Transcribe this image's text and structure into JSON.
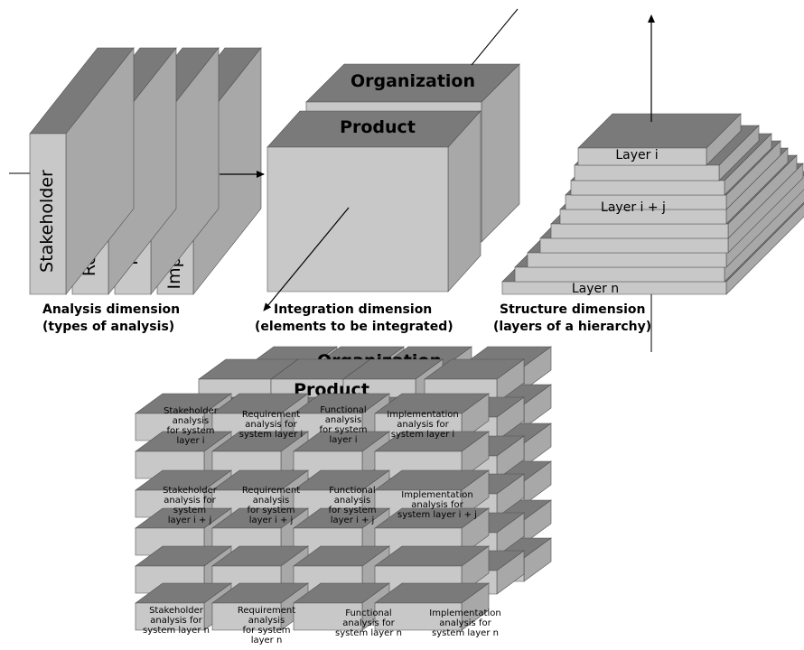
{
  "analysis": {
    "slab_labels": [
      "Stakeholder",
      "Requirement",
      "Functional",
      "Implementation"
    ],
    "caption_line1": "Analysis dimension",
    "caption_line2": "(types of analysis)"
  },
  "integration": {
    "back_label": "Organization",
    "front_label": "Product",
    "caption_line1": "Integration dimension",
    "caption_line2": "(elements to be integrated)"
  },
  "structure": {
    "layer_labels": [
      "Layer i",
      "Layer i + j",
      "Layer n"
    ],
    "caption_line1": "Structure dimension",
    "caption_line2": "(layers of a hierarchy)"
  },
  "combined": {
    "back_label": "Organization",
    "front_label": "Product",
    "cells": [
      [
        "Stakeholder",
        "analysis",
        "for system",
        "layer i"
      ],
      [
        "Requirement",
        "analysis for",
        "system layer i"
      ],
      [
        "Functional",
        "analysis",
        "for system",
        "layer i"
      ],
      [
        "Implementation",
        "analysis for",
        "system layer i"
      ],
      [
        "Stakeholder",
        "analysis for",
        "system",
        "layer i + j"
      ],
      [
        "Requirement",
        "analysis",
        "for system",
        "layer i + j"
      ],
      [
        "Functional",
        "analysis",
        "for system",
        "layer i + j"
      ],
      [
        "Implementation",
        "analysis for",
        "system layer i + j"
      ],
      [
        "Stakeholder",
        "analysis for",
        "system layer n"
      ],
      [
        "Requirement",
        "analysis",
        "for system",
        "layer n"
      ],
      [
        "Functional",
        "analysis for",
        "system layer n"
      ],
      [
        "Implementation",
        "analysis for",
        "system layer n"
      ]
    ]
  },
  "colors": {
    "front": "#c8c8c8",
    "top": "#7a7a7a",
    "side": "#a8a8a8",
    "edge": "#505050",
    "line": "#000000"
  }
}
